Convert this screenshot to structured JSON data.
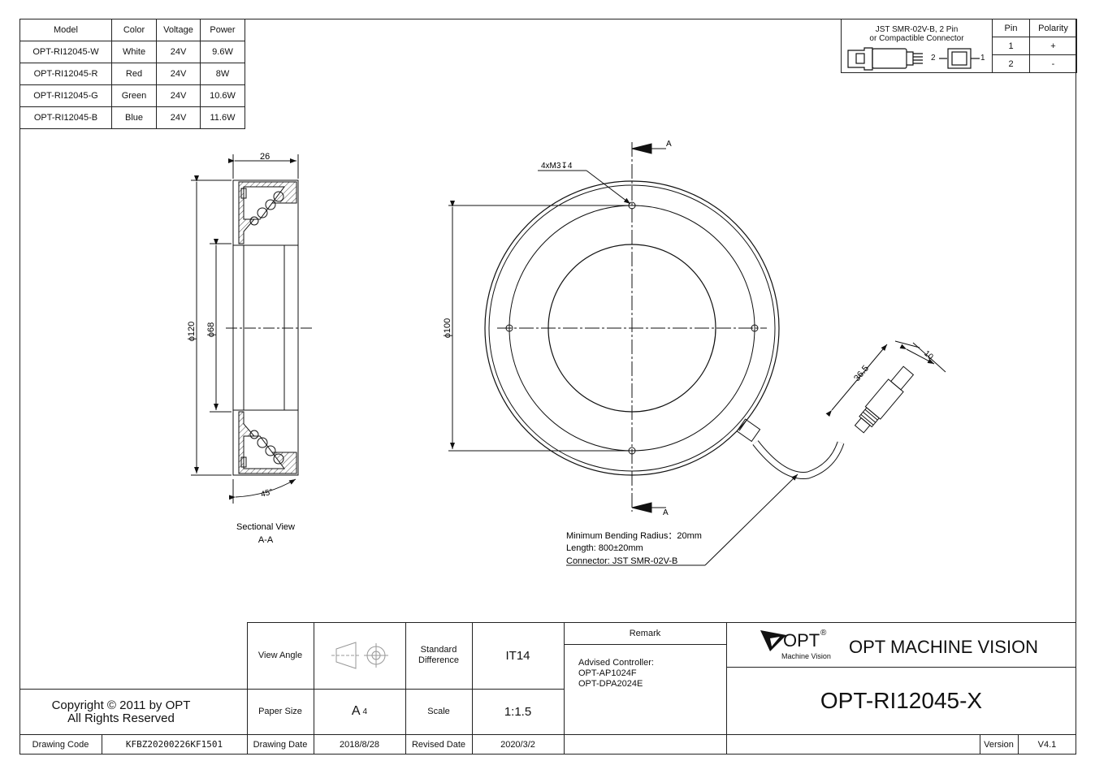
{
  "spec_table": {
    "headers": [
      "Model",
      "Color",
      "Voltage",
      "Power"
    ],
    "rows": [
      [
        "OPT-RI12045-W",
        "White",
        "24V",
        "9.6W"
      ],
      [
        "OPT-RI12045-R",
        "Red",
        "24V",
        "8W"
      ],
      [
        "OPT-RI12045-G",
        "Green",
        "24V",
        "10.6W"
      ],
      [
        "OPT-RI12045-B",
        "Blue",
        "24V",
        "11.6W"
      ]
    ]
  },
  "connector": {
    "title_line1": "JST SMR-02V-B, 2 Pin",
    "title_line2": "or Compactible Connector",
    "pin_label_2": "2",
    "pin_label_1": "1",
    "pin_headers": [
      "Pin",
      "Polarity"
    ],
    "pins": [
      [
        "1",
        "+"
      ],
      [
        "2",
        "-"
      ]
    ]
  },
  "section_view": {
    "dim_width": "26",
    "dim_outer": "ϕ120",
    "dim_inner": "ϕ68",
    "dim_angle": "45°",
    "caption_line1": "Sectional View",
    "caption_line2": "A-A"
  },
  "front_view": {
    "hole_callout": "4xM3",
    "hole_depth_symbol": "↧",
    "hole_depth": "4",
    "dim_diameter": "ϕ100",
    "section_mark_top": "A",
    "section_mark_bottom": "A",
    "dim_cable": "36.5",
    "dim_connector": "10",
    "note_bending": "Minimum Bending Radius：20mm",
    "note_length": "Length: 800±20mm",
    "note_connector": "Connector: JST SMR-02V-B"
  },
  "title_block": {
    "copyright_line1": "Copyright © 2011 by OPT",
    "copyright_line2": "All Rights Reserved",
    "drawing_code_label": "Drawing Code",
    "drawing_code": "KFBZ20200226KF1501",
    "view_angle_label": "View Angle",
    "standard_difference_label_1": "Standard",
    "standard_difference_label_2": "Difference",
    "standard_difference": "IT14",
    "paper_size_label": "Paper Size",
    "paper_size": "A",
    "paper_size_sub": "4",
    "scale_label": "Scale",
    "scale": "1:1.5",
    "drawing_date_label": "Drawing Date",
    "drawing_date": "2018/8/28",
    "revised_date_label": "Revised Date",
    "revised_date": "2020/3/2",
    "remark_label": "Remark",
    "remark_line1": "Advised Controller:",
    "remark_line2": "OPT-AP1024F",
    "remark_line3": "OPT-DPA2024E",
    "logo_text": "OPT",
    "logo_reg": "®",
    "logo_sub": "Machine Vision",
    "company": "OPT MACHINE VISION",
    "part_number": "OPT-RI12045-X",
    "version_label": "Version",
    "version": "V4.1"
  }
}
